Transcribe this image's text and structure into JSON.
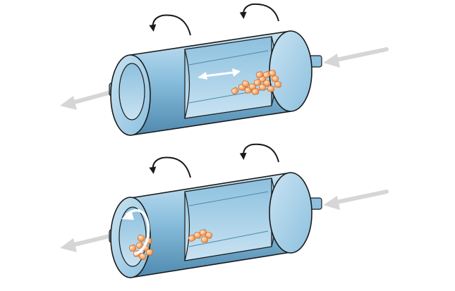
{
  "colors": {
    "background": "#ffffff",
    "cylinder_light": "#c9e3f2",
    "cylinder_mid": "#8cc0de",
    "cylinder_dark": "#4e89ae",
    "outline": "#1a1a1a",
    "flow_arrow": "#d6d6d6",
    "rotation_arrow": "#1a1a1a",
    "motion_arrow": "#ffffff",
    "particle": "#f08a3c",
    "particle_highlight": "#fde7d2"
  },
  "icons": {
    "flow_in": "arrow-left-icon",
    "flow_out": "arrow-left-icon",
    "rotation": "rotate-counterclockwise-icon",
    "axial_motion": "double-arrow-icon",
    "swirl": "swirl-arrow-icon",
    "particles": "granule-cluster"
  },
  "diagram": {
    "panels": [
      {
        "id": "top",
        "particle_count": 16,
        "motion": "axial"
      },
      {
        "id": "bottom",
        "particle_count": 13,
        "motion": "swirl"
      }
    ]
  }
}
